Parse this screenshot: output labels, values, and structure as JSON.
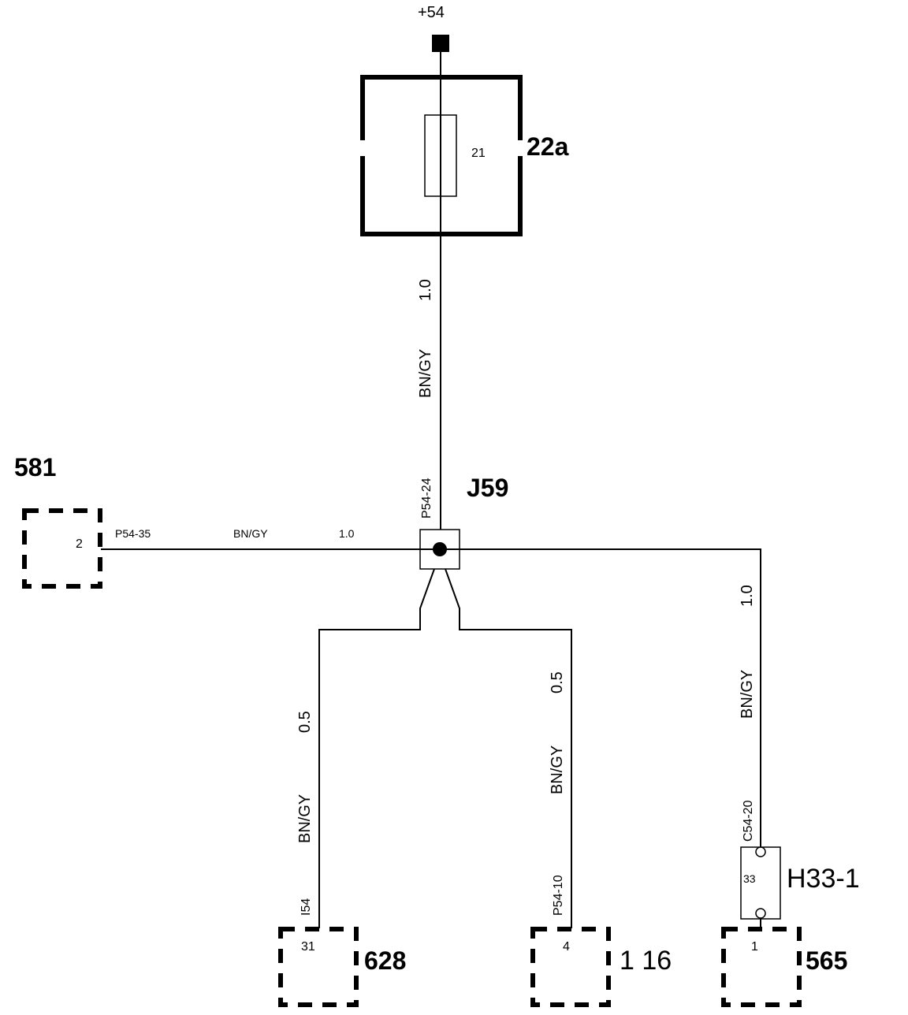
{
  "supply": {
    "label": "+54"
  },
  "fuse_box": {
    "id": "22a",
    "fuse_number": "21"
  },
  "main_wire": {
    "size": "1.0",
    "color": "BN/GY",
    "pin": "P54-24"
  },
  "junction": {
    "id": "J59"
  },
  "left_branch": {
    "component": "581",
    "pin_number": "2",
    "pin": "P54-35",
    "color": "BN/GY",
    "size": "1.0"
  },
  "branch_628": {
    "component": "628",
    "pin_number": "31",
    "pin": "I54",
    "color": "BN/GY",
    "size": "0.5"
  },
  "branch_116": {
    "component": "1 16",
    "pin_number": "4",
    "pin": "P54-10",
    "color": "BN/GY",
    "size": "0.5"
  },
  "branch_565": {
    "component": "565",
    "pin_number": "1",
    "pin": "C54-20",
    "color": "BN/GY",
    "size": "1.0",
    "connector": "H33-1",
    "connector_pin": "33"
  }
}
